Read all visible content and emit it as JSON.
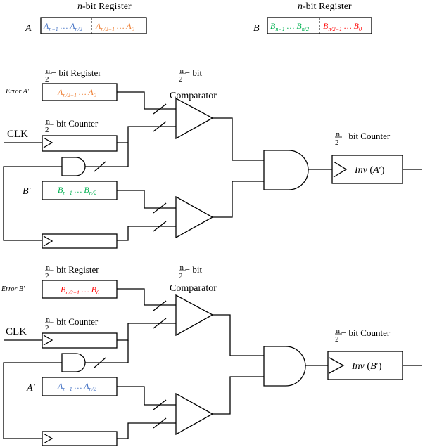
{
  "top": {
    "reg_a": {
      "title": "n-bit Register",
      "name": "A",
      "left": "A n−1 … A n/2",
      "right": "A n/2 −1 … A 0"
    },
    "reg_b": {
      "title": "n-bit Register",
      "name": "B",
      "left": "B n−1 … B n/2",
      "right": "B n/2 −1 … B 0"
    }
  },
  "stage1": {
    "reg_title": "n/2 − bit Register",
    "reg_name": "Error A′",
    "reg_content": "A n/2 −1 … A 0",
    "counter_title": "n/2 - bit Counter",
    "clk": "CLK",
    "comparator_title": "n/2 − bit Comparator",
    "second_name": "B′",
    "second_content": "B n−1 … B n/2",
    "out_title": "n/2 − bit Counter",
    "out_content": "Inv (A′)"
  },
  "stage2": {
    "reg_title": "n/2 - bit Register",
    "reg_name": "Error B′",
    "reg_content": "B n/2 −1 … B 0",
    "counter_title": "n/2 - bit Counter",
    "clk": "CLK",
    "comparator_title": "n/2 − bit Comparator",
    "second_name": "A′",
    "second_content": "A n−1 … A n/2",
    "out_title": "n/2 − bit Counter",
    "out_content": "Inv (B′)"
  },
  "colors": {
    "a_high": "#4472C4",
    "a_low": "#ED7D31",
    "b_high": "#00B050",
    "b_low": "#FF0000"
  }
}
